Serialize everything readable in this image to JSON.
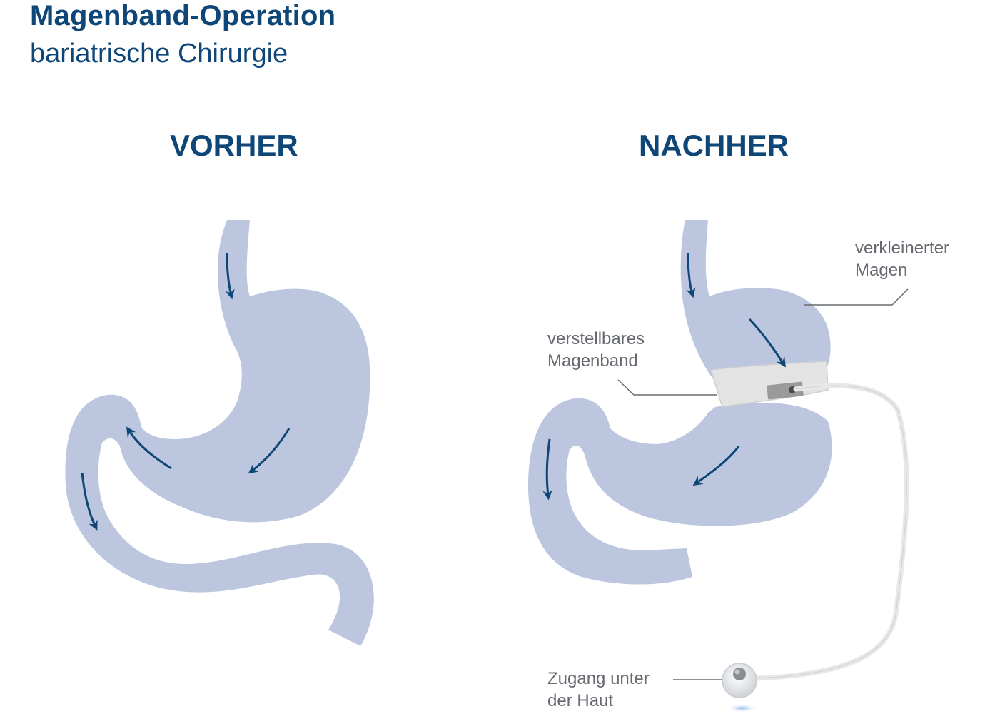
{
  "header": {
    "title": "Magenband-Operation",
    "subtitle": "bariatrische Chirurgie"
  },
  "panels": {
    "before": {
      "heading": "VORHER"
    },
    "after": {
      "heading": "NACHHER"
    }
  },
  "labels": {
    "small_stomach_line1": "verkleinerter",
    "small_stomach_line2": "Magen",
    "band_line1": "verstellbares",
    "band_line2": "Magenband",
    "port_line1": "Zugang unter",
    "port_line2": "der Haut"
  },
  "colors": {
    "heading": "#0e4677",
    "organ": "#bcc6df",
    "arrow": "#0e4677",
    "label": "#666a70",
    "band": "#e3e3e3"
  }
}
